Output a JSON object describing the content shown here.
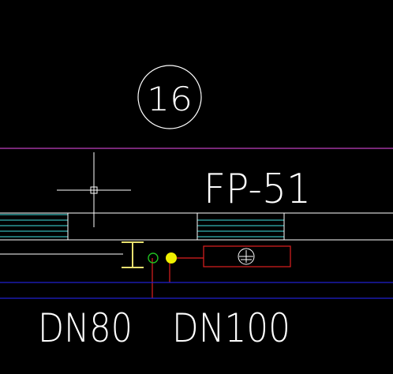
{
  "drawing": {
    "bubble_label": "16",
    "tag_label": "FP-51",
    "pipe_label_1": "DN80",
    "pipe_label_2": "DN100"
  },
  "colors": {
    "background": "#000000",
    "white": "#ffffff",
    "magenta": "#c040c0",
    "cyan": "#40e0e0",
    "blue": "#2020d0",
    "red": "#e02020",
    "yellow": "#f0f000",
    "green": "#20c020",
    "ibeam": "#e8e070"
  },
  "icons": {
    "crosshair": "crosshair-cursor-icon",
    "pipe_symbol": "circled-plus-icon",
    "valve_marker": "filled-circle-icon",
    "node_marker": "open-circle-icon",
    "beam_section": "i-beam-icon"
  }
}
